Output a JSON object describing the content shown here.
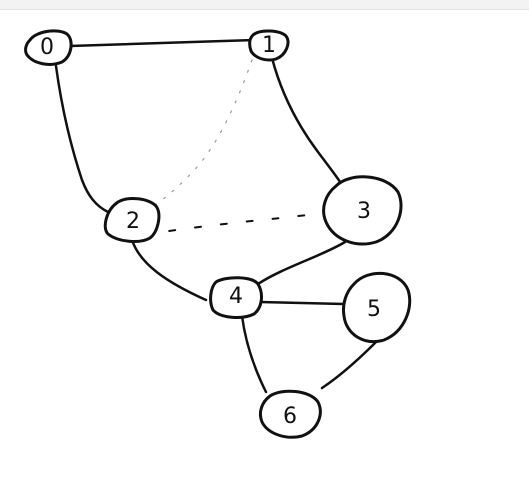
{
  "diagram": {
    "nodes": [
      {
        "id": "n0",
        "label": "0"
      },
      {
        "id": "n1",
        "label": "1"
      },
      {
        "id": "n2",
        "label": "2"
      },
      {
        "id": "n3",
        "label": "3"
      },
      {
        "id": "n4",
        "label": "4"
      },
      {
        "id": "n5",
        "label": "5"
      },
      {
        "id": "n6",
        "label": "6"
      }
    ],
    "edges": [
      {
        "from": "0",
        "to": "1",
        "style": "solid"
      },
      {
        "from": "0",
        "to": "2",
        "style": "solid"
      },
      {
        "from": "1",
        "to": "3",
        "style": "solid"
      },
      {
        "from": "1",
        "to": "2",
        "style": "dotted"
      },
      {
        "from": "3",
        "to": "2",
        "style": "dashed"
      },
      {
        "from": "2",
        "to": "4",
        "style": "solid"
      },
      {
        "from": "3",
        "to": "4",
        "style": "solid"
      },
      {
        "from": "4",
        "to": "5",
        "style": "solid"
      },
      {
        "from": "4",
        "to": "6",
        "style": "solid"
      },
      {
        "from": "5",
        "to": "6",
        "style": "solid"
      }
    ],
    "colors": {
      "stroke": "#111111",
      "dotted": "#999999",
      "background": "#ffffff"
    }
  }
}
